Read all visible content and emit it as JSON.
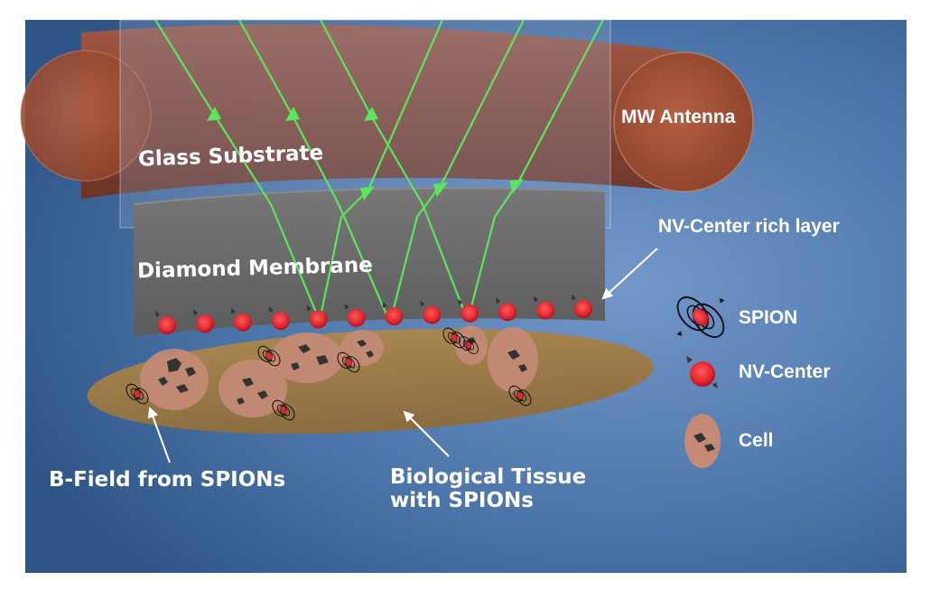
{
  "labels": {
    "glass_substrate": "Glass Substrate",
    "diamond_membrane": "Diamond Membrane",
    "mw_antenna": "MW Antenna",
    "nv_layer": "NV-Center rich layer",
    "b_field": "B-Field from SPIONs",
    "tissue_line1": "Biological Tissue",
    "tissue_line2": "with SPIONs"
  },
  "legend": {
    "spion": "SPION",
    "nv_center": "NV-Center",
    "cell": "Cell"
  },
  "colors": {
    "background": "#3f6a9c",
    "antenna": "#9a4a2e",
    "diamond": "#6b6b6b",
    "laser": "#5be65b",
    "nv_center": "#e0262f",
    "tissue": "#9a7a4a",
    "cell": "#c48a76",
    "particle": "#2e2e2e",
    "label_text": "#ffffff"
  },
  "counts": {
    "nv_centers": 12
  }
}
